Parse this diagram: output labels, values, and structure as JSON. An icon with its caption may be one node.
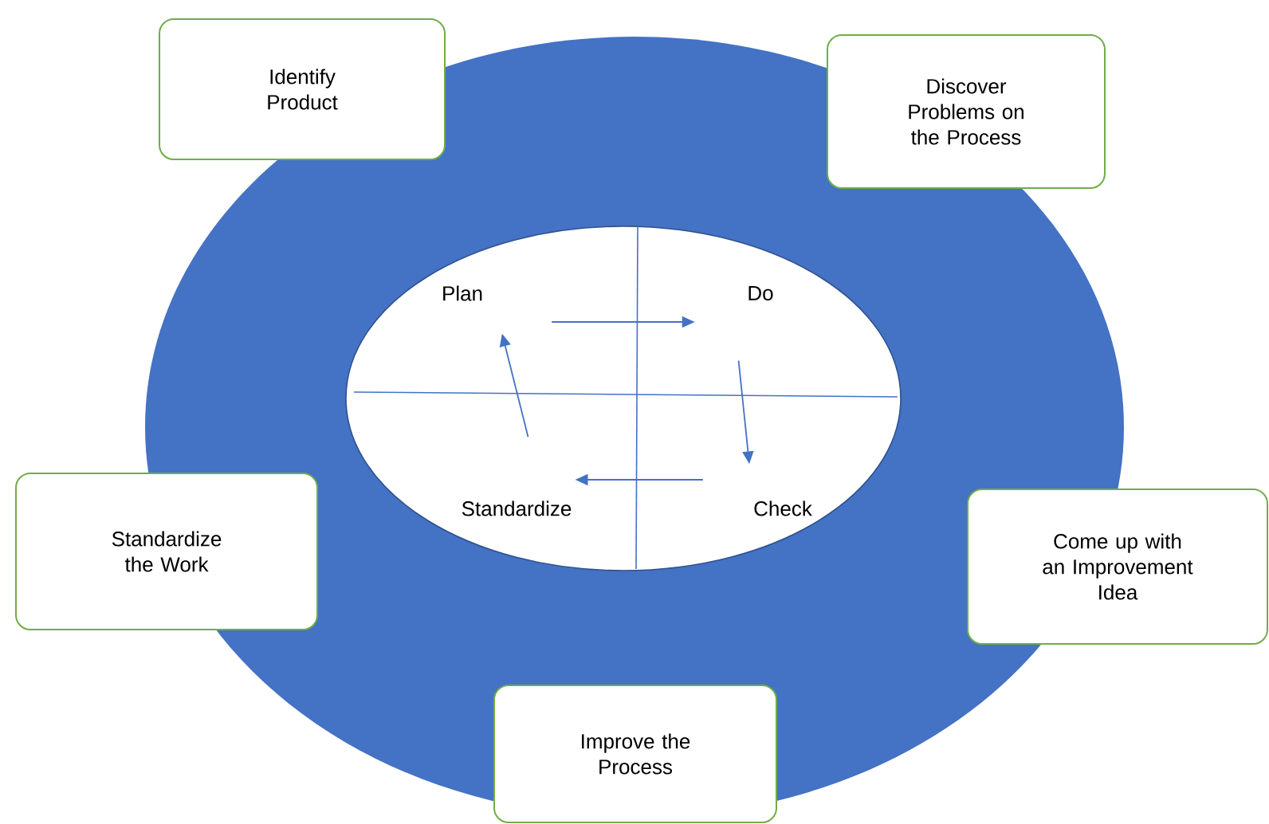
{
  "diagram": {
    "nodes": [
      {
        "text": [],
        "shape": "circle"
      },
      {
        "text": [
          "Plan"
        ],
        "in": 0
      },
      {
        "text": [
          "Do"
        ],
        "in": 0
      },
      {
        "text": [
          "Check"
        ],
        "in": 0
      },
      {
        "text": [
          "Standardize"
        ],
        "in": 0
      },
      {
        "text": [
          "Identify Product"
        ]
      },
      {
        "text": [
          "Discover Problems on the Process"
        ]
      },
      {
        "text": [
          "Come up with an Improvement Idea"
        ]
      },
      {
        "text": [
          "Improve the Process"
        ]
      },
      {
        "text": [
          "Standardize the Work"
        ]
      }
    ],
    "edges": [
      {
        "from": 1,
        "to": 2,
        "arrow": "to"
      },
      {
        "from": 2,
        "to": 3,
        "arrow": "to"
      },
      {
        "from": 3,
        "to": 4,
        "arrow": "to"
      },
      {
        "from": 4,
        "to": 1,
        "arrow": "to"
      }
    ]
  }
}
